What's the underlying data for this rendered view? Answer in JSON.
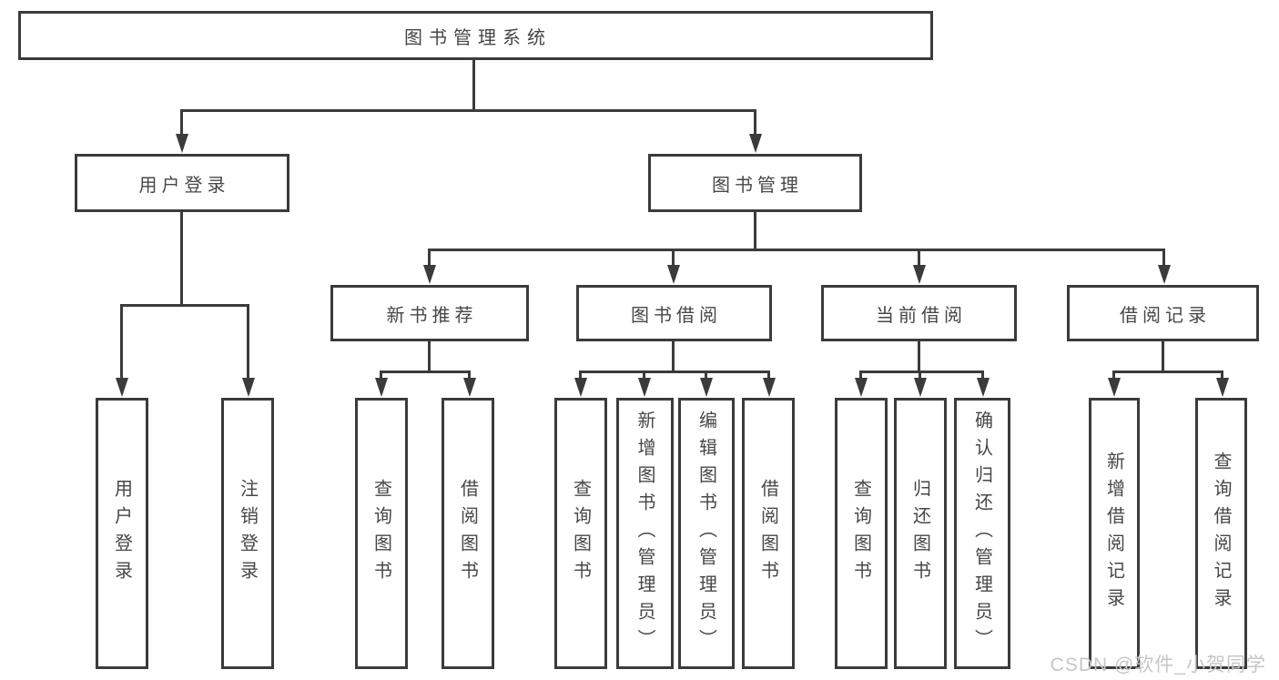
{
  "diagram": {
    "type": "hierarchy-org-chart",
    "nodes": {
      "root": {
        "label": "图书管理系统",
        "level": 1
      },
      "user_login": {
        "label": "用户登录",
        "level": 2
      },
      "book_mgmt": {
        "label": "图书管理",
        "level": 2
      },
      "new_rec": {
        "label": "新书推荐",
        "level": 3
      },
      "borrowing": {
        "label": "图书借阅",
        "level": 3
      },
      "current": {
        "label": "当前借阅",
        "level": 3
      },
      "records": {
        "label": "借阅记录",
        "level": 3
      },
      "leaf_login": {
        "label": "用户登录",
        "level": 4
      },
      "leaf_logout": {
        "label": "注销登录",
        "level": 4
      },
      "leaf_rec_query": {
        "label": "查询图书",
        "level": 4
      },
      "leaf_rec_borrow": {
        "label": "借阅图书",
        "level": 4
      },
      "leaf_bor_query": {
        "label": "查询图书",
        "level": 4
      },
      "leaf_bor_add": {
        "label": "新增图书（管理员）",
        "level": 4
      },
      "leaf_bor_edit": {
        "label": "编辑图书（管理员）",
        "level": 4
      },
      "leaf_bor_borrow": {
        "label": "借阅图书",
        "level": 4
      },
      "leaf_cur_query": {
        "label": "查询图书",
        "level": 4
      },
      "leaf_cur_return": {
        "label": "归还图书",
        "level": 4
      },
      "leaf_cur_confirm": {
        "label": "确认归还（管理员）",
        "level": 4
      },
      "leaf_recd_add": {
        "label": "新增借阅记录",
        "level": 4
      },
      "leaf_recd_query": {
        "label": "查询借阅记录",
        "level": 4
      }
    },
    "edges": [
      [
        "root",
        "user_login"
      ],
      [
        "root",
        "book_mgmt"
      ],
      [
        "user_login",
        "leaf_login"
      ],
      [
        "user_login",
        "leaf_logout"
      ],
      [
        "book_mgmt",
        "new_rec"
      ],
      [
        "book_mgmt",
        "borrowing"
      ],
      [
        "book_mgmt",
        "current"
      ],
      [
        "book_mgmt",
        "records"
      ],
      [
        "new_rec",
        "leaf_rec_query"
      ],
      [
        "new_rec",
        "leaf_rec_borrow"
      ],
      [
        "borrowing",
        "leaf_bor_query"
      ],
      [
        "borrowing",
        "leaf_bor_add"
      ],
      [
        "borrowing",
        "leaf_bor_edit"
      ],
      [
        "borrowing",
        "leaf_bor_borrow"
      ],
      [
        "current",
        "leaf_cur_query"
      ],
      [
        "current",
        "leaf_cur_return"
      ],
      [
        "current",
        "leaf_cur_confirm"
      ],
      [
        "records",
        "leaf_recd_add"
      ],
      [
        "records",
        "leaf_recd_query"
      ]
    ],
    "colors": {
      "line": "#3b3b3b",
      "box_border": "#3b3b3b",
      "text": "#474747",
      "background": "#ffffff",
      "watermark": "#c6c6c6"
    }
  },
  "watermark": {
    "text": "CSDN @软件_小贺同学"
  }
}
